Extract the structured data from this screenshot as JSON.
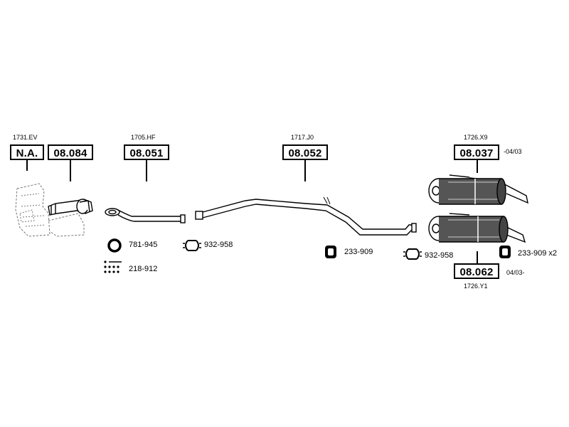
{
  "parts": [
    {
      "oe": "1731.EV",
      "number": "N.A."
    },
    {
      "oe": "",
      "number": "08.084"
    },
    {
      "oe": "1705.HF",
      "number": "08.051"
    },
    {
      "oe": "1717.J0",
      "number": "08.052"
    },
    {
      "oe": "1726.X9",
      "number": "08.037",
      "date": "-04/03"
    },
    {
      "oe": "1726.Y1",
      "number": "08.062",
      "date": "04/03-"
    }
  ],
  "accessories": [
    {
      "icon": "gasket-ring-icon",
      "code": "781-945"
    },
    {
      "icon": "bolt-set-icon",
      "code": "218-912"
    },
    {
      "icon": "clamp-icon",
      "code": "932-958"
    },
    {
      "icon": "rubber-mount-icon",
      "code": "233-909"
    },
    {
      "icon": "clamp-icon",
      "code": "932-958"
    },
    {
      "icon": "rubber-mount-icon",
      "code": "233-909 x2"
    }
  ]
}
